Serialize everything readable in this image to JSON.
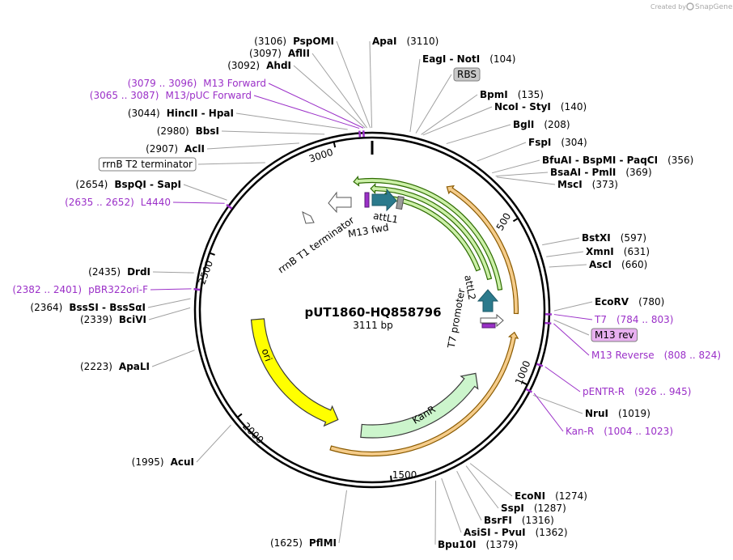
{
  "credit": {
    "prefix": "Created by",
    "brand": "SnapGene"
  },
  "plasmid": {
    "name": "pUT1860-HQ858796",
    "length_label": "3111 bp",
    "length_bp": 3111
  },
  "scale_ticks": [
    "500",
    "1000",
    "1500",
    "2000",
    "2500",
    "3000"
  ],
  "features": [
    {
      "name": "ori",
      "start": 1705,
      "end": 2293,
      "direction": "reverse",
      "color": "#ffff00"
    },
    {
      "name": "KanR",
      "start": 1050,
      "end": 1600,
      "direction": "reverse",
      "color": "#ccf5cc"
    },
    {
      "name": "",
      "start": 855,
      "end": 1700,
      "direction": "reverse",
      "color": "#f5cc8a"
    },
    {
      "name": "",
      "start": 270,
      "end": 790,
      "direction": "reverse",
      "color": "#f5cc8a"
    },
    {
      "name": "",
      "start": 3040,
      "end": 700,
      "direction": "reverse",
      "color": "#ccf0a8"
    },
    {
      "name": "",
      "start": 3105,
      "end": 650,
      "direction": "reverse",
      "color": "#ccf0a8"
    },
    {
      "name": "",
      "start": 40,
      "end": 600,
      "direction": "reverse",
      "color": "#ccf0a8"
    }
  ],
  "feature_labels": {
    "ori": "ori",
    "kanr": "KanR",
    "rrnb_t1": "rrnB T1 terminator",
    "m13_fwd": "M13 fwd",
    "attl1": "attL1",
    "attl2": "attL2",
    "t7_promoter": "T7 promoter"
  },
  "sites": [
    {
      "name": "ApaI",
      "pos": "(3110)",
      "bp": 3110,
      "side": "right"
    },
    {
      "name": "EagI  -  NotI",
      "pos": "(104)",
      "bp": 104,
      "side": "right"
    },
    {
      "name": "RBS",
      "pos": "",
      "bp": 120,
      "side": "right",
      "boxed": true,
      "box_color": "#c8c8c8"
    },
    {
      "name": "BpmI",
      "pos": "(135)",
      "bp": 135,
      "side": "right"
    },
    {
      "name": "NcoI  -  StyI",
      "pos": "(140)",
      "bp": 140,
      "side": "right"
    },
    {
      "name": "BglI",
      "pos": "(208)",
      "bp": 208,
      "side": "right"
    },
    {
      "name": "FspI",
      "pos": "(304)",
      "bp": 304,
      "side": "right"
    },
    {
      "name": "BfuAI  -  BspMI  -  PaqCI",
      "pos": "(356)",
      "bp": 356,
      "side": "right"
    },
    {
      "name": "BsaAI  -  PmlI",
      "pos": "(369)",
      "bp": 369,
      "side": "right"
    },
    {
      "name": "MscI",
      "pos": "(373)",
      "bp": 373,
      "side": "right"
    },
    {
      "name": "BstXI",
      "pos": "(597)",
      "bp": 597,
      "side": "right"
    },
    {
      "name": "XmnI",
      "pos": "(631)",
      "bp": 631,
      "side": "right"
    },
    {
      "name": "AscI",
      "pos": "(660)",
      "bp": 660,
      "side": "right"
    },
    {
      "name": "EcoRV",
      "pos": "(780)",
      "bp": 780,
      "side": "right"
    },
    {
      "name": "T7",
      "pos": "(784 .. 803)",
      "bp": 790,
      "side": "right",
      "primer": true
    },
    {
      "name": "M13 rev",
      "pos": "",
      "bp": 805,
      "side": "right",
      "boxed": true,
      "box_color": "#e8b0f0"
    },
    {
      "name": "M13 Reverse",
      "pos": "(808 .. 824)",
      "bp": 815,
      "side": "right",
      "primer": true
    },
    {
      "name": "pENTR-R",
      "pos": "(926 .. 945)",
      "bp": 935,
      "side": "right",
      "primer": true
    },
    {
      "name": "NruI",
      "pos": "(1019)",
      "bp": 1019,
      "side": "right"
    },
    {
      "name": "Kan-R",
      "pos": "(1004 .. 1023)",
      "bp": 1013,
      "side": "right",
      "primer": true
    },
    {
      "name": "EcoNI",
      "pos": "(1274)",
      "bp": 1274,
      "side": "right"
    },
    {
      "name": "SspI",
      "pos": "(1287)",
      "bp": 1287,
      "side": "right"
    },
    {
      "name": "BsrFI",
      "pos": "(1316)",
      "bp": 1316,
      "side": "right"
    },
    {
      "name": "AsiSI  -  PvuI",
      "pos": "(1362)",
      "bp": 1362,
      "side": "right"
    },
    {
      "name": "Bpu10I",
      "pos": "(1379)",
      "bp": 1379,
      "side": "right"
    },
    {
      "name": "PflMI",
      "pos": "(1625)",
      "bp": 1625,
      "side": "left"
    },
    {
      "name": "AcuI",
      "pos": "(1995)",
      "bp": 1995,
      "side": "left"
    },
    {
      "name": "ApaLI",
      "pos": "(2223)",
      "bp": 2223,
      "side": "left"
    },
    {
      "name": "BciVI",
      "pos": "(2339)",
      "bp": 2339,
      "side": "left"
    },
    {
      "name": "BssSI  -  BssSαI",
      "pos": "(2364)",
      "bp": 2364,
      "side": "left"
    },
    {
      "name": "pBR322ori-F",
      "pos": "(2382 .. 2401)",
      "bp": 2391,
      "side": "left",
      "primer": true
    },
    {
      "name": "DrdI",
      "pos": "(2435)",
      "bp": 2435,
      "side": "left"
    },
    {
      "name": "L4440",
      "pos": "(2635 .. 2652)",
      "bp": 2643,
      "side": "left",
      "primer": true
    },
    {
      "name": "BspQI  -  SapI",
      "pos": "(2654)",
      "bp": 2654,
      "side": "left"
    },
    {
      "name": "rrnB T2 terminator",
      "pos": "",
      "bp": 2800,
      "side": "left",
      "boxed": true,
      "box_color": "#ffffff"
    },
    {
      "name": "AclI",
      "pos": "(2907)",
      "bp": 2907,
      "side": "left"
    },
    {
      "name": "BbsI",
      "pos": "(2980)",
      "bp": 2980,
      "side": "left"
    },
    {
      "name": "HincII  -  HpaI",
      "pos": "(3044)",
      "bp": 3044,
      "side": "left"
    },
    {
      "name": "M13/pUC Forward",
      "pos": "(3065 .. 3087)",
      "bp": 3076,
      "side": "left",
      "primer": true
    },
    {
      "name": "M13 Forward",
      "pos": "(3079 .. 3096)",
      "bp": 3087,
      "side": "left",
      "primer": true
    },
    {
      "name": "AhdI",
      "pos": "(3092)",
      "bp": 3092,
      "side": "left"
    },
    {
      "name": "AflII",
      "pos": "(3097)",
      "bp": 3097,
      "side": "left"
    },
    {
      "name": "PspOMI",
      "pos": "(3106)",
      "bp": 3106,
      "side": "left"
    }
  ]
}
